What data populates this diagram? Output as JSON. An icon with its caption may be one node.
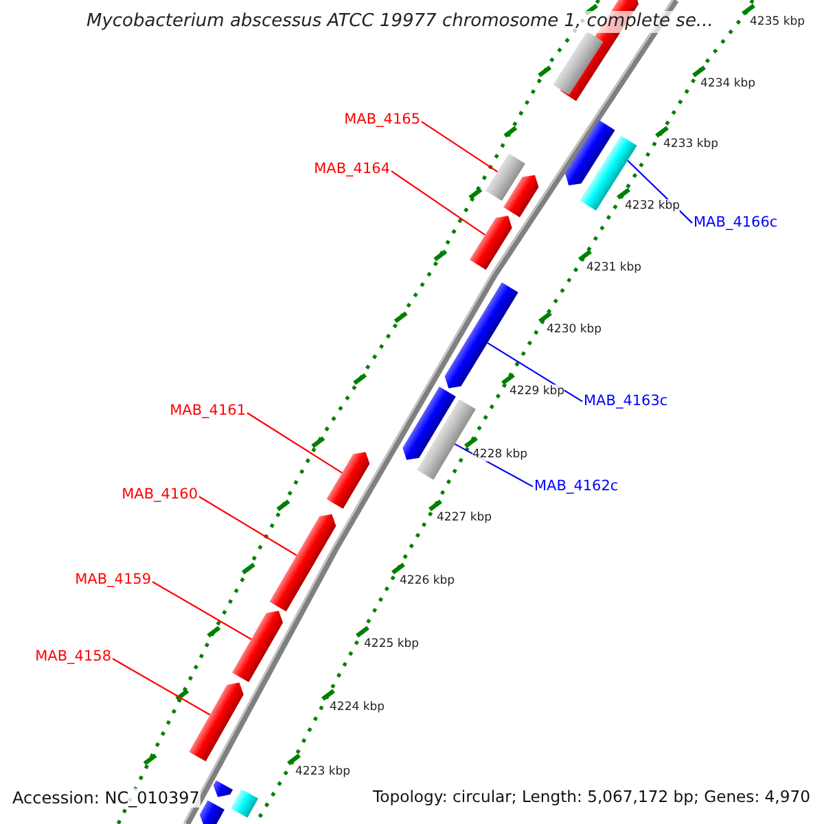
{
  "diagram": {
    "title": "Mycobacterium abscessus ATCC 19977 chromosome 1, complete se...",
    "nodes": [
      {
        "text": [
          "MAB_4165"
        ]
      },
      {
        "text": [
          "MAB_4164"
        ]
      },
      {
        "text": [
          "MAB_4166c"
        ]
      },
      {
        "text": [
          "MAB_4163c"
        ]
      },
      {
        "text": [
          "MAB_4162c"
        ]
      },
      {
        "text": [
          "MAB_4161"
        ]
      },
      {
        "text": [
          "MAB_4160"
        ]
      },
      {
        "text": [
          "MAB_4159"
        ]
      },
      {
        "text": [
          "MAB_4158"
        ]
      },
      {
        "text": [],
        "shape": "bar"
      },
      {
        "text": [],
        "shape": "bar"
      },
      {
        "text": [],
        "shape": "bar"
      },
      {
        "text": [],
        "shape": "bar"
      },
      {
        "text": [],
        "shape": "bar"
      },
      {
        "text": [],
        "shape": "bar"
      },
      {
        "text": [],
        "shape": "bar"
      },
      {
        "text": [],
        "shape": "bar"
      },
      {
        "text": [],
        "shape": "bar"
      },
      {
        "text": [],
        "shape": "bar"
      },
      {
        "text": [],
        "shape": "bar"
      },
      {
        "text": [],
        "shape": "bar"
      },
      {
        "text": [],
        "shape": "bar"
      },
      {
        "text": [],
        "shape": "bar"
      },
      {
        "text": [],
        "shape": "bar"
      },
      {
        "text": [],
        "shape": "bar"
      },
      {
        "text": [],
        "shape": "bar"
      }
    ],
    "edges": [
      {
        "from": 0,
        "to": 13,
        "arrow": "none"
      },
      {
        "from": 1,
        "to": 15,
        "arrow": "none"
      },
      {
        "from": 2,
        "to": 12,
        "arrow": "none",
        "color": "#0000ff"
      },
      {
        "from": 3,
        "to": 16,
        "arrow": "none",
        "color": "#0000ff"
      },
      {
        "from": 4,
        "to": 18,
        "arrow": "none",
        "color": "#0000ff"
      },
      {
        "from": 5,
        "to": 19,
        "arrow": "none"
      },
      {
        "from": 6,
        "to": 20,
        "arrow": "none"
      },
      {
        "from": 7,
        "to": 21,
        "arrow": "none"
      },
      {
        "from": 8,
        "to": 22,
        "arrow": "none"
      }
    ],
    "labels": [
      "4235 kbp",
      "4234 kbp",
      "4233 kbp",
      "4232 kbp",
      "4231 kbp",
      "4230 kbp",
      "4229 kbp",
      "4228 kbp",
      "4227 kbp",
      "4226 kbp",
      "4225 kbp",
      "4224 kbp",
      "4223 kbp",
      "Accession: NC_010397",
      "Topology: circular; Length: 5,067,172 bp; Genes: 4,970"
    ]
  }
}
